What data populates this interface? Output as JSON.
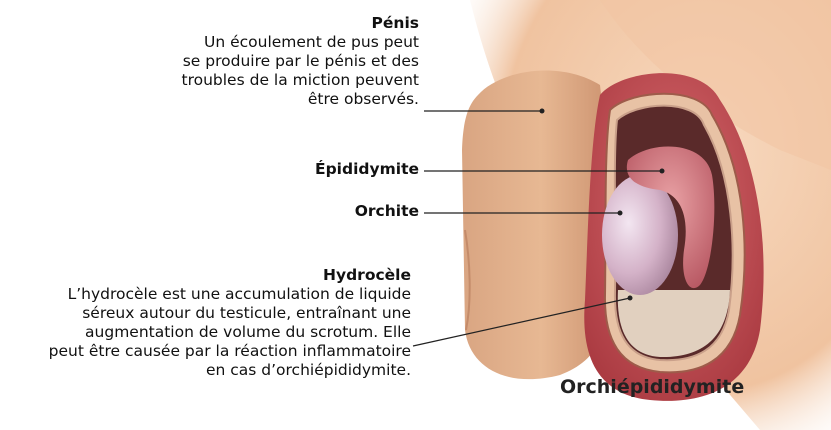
{
  "labels": {
    "penis": {
      "title": "Pénis",
      "text": "Un écoulement de pus peut\nse produire par le pénis et des\ntroubles de la miction peuvent\nêtre observés."
    },
    "epididymite": {
      "title": "Épididymite"
    },
    "orchite": {
      "title": "Orchite"
    },
    "hydrocele": {
      "title": "Hydrocèle",
      "text": "L’hydrocèle est une accumulation de liquide\nséreux autour du testicule, entraînant une\naugmentation de volume du scrotum. Elle\npeut être causée par la réaction inflammatoire\nen cas d’orchiépididymite."
    }
  },
  "caption": "Orchiépididymite",
  "colors": {
    "skin": "#f3c9a8",
    "skin_shadow": "#d99d7c",
    "scrotum": "#c24e55",
    "testis": "#d7b8cf",
    "epididymis": "#c9707a",
    "fluid": "#efe2cf",
    "leader_line": "#222222"
  }
}
